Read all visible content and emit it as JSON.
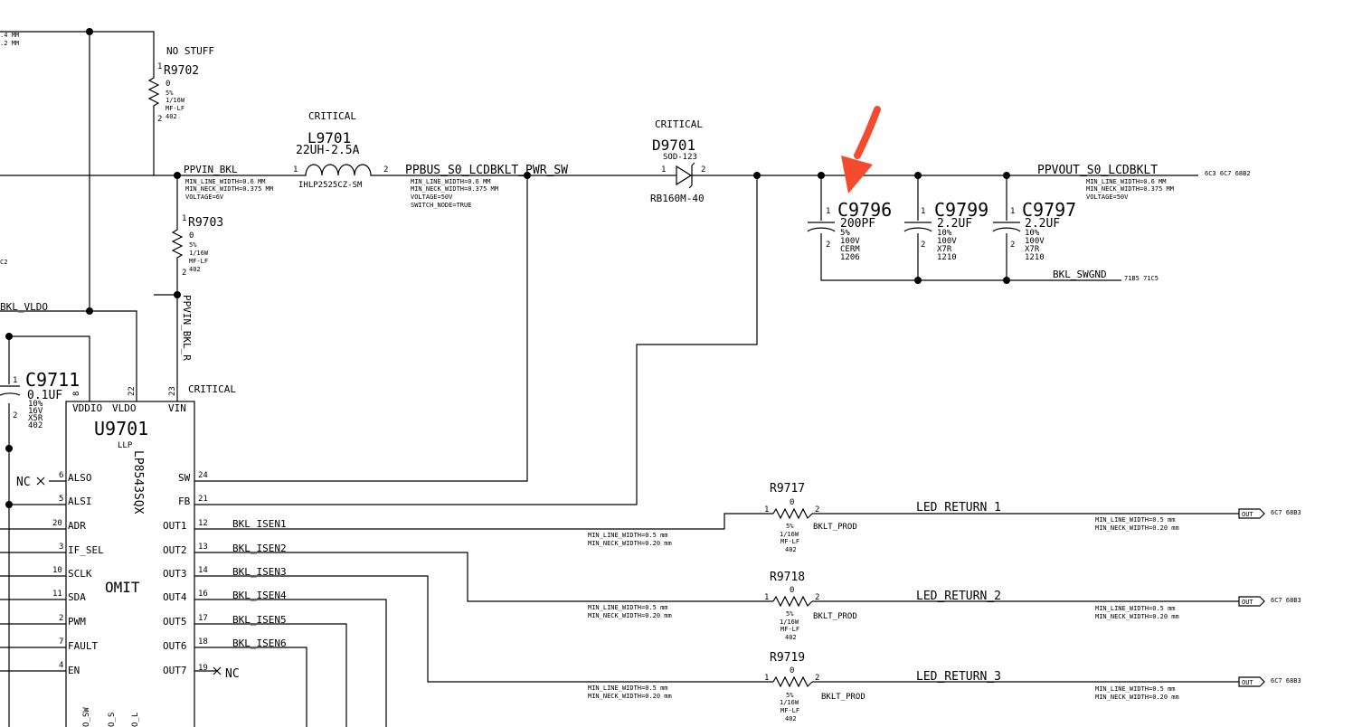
{
  "header": {
    "critical": "CRITICAL",
    "no_stuff": "NO STUFF"
  },
  "notes": {
    "tl1": ".4 MM",
    "tl2": ".2 MM",
    "left_c2": "C2",
    "ppbus_w1": "MIN_LINE_WIDTH=0.6 MM",
    "ppbus_w2": "MIN_NECK_WIDTH=0.375 MM",
    "ppbus_v": "VOLTAGE=50V",
    "ppbus_sw": "SWITCH_NODE=TRUE",
    "ppvin_w1": "MIN_LINE_WIDTH=0.6 MM",
    "ppvin_w2": "MIN_NECK_WIDTH=0.375 MM",
    "ppvin_v": "VOLTAGE=6V",
    "ppvout_w1": "MIN_LINE_WIDTH=0.6 MM",
    "ppvout_w2": "MIN_NECK_WIDTH=0.375 MM",
    "ppvout_v": "VOLTAGE=50V",
    "line_w": "MIN_LINE_WIDTH=0.5 mm",
    "neck_w": "MIN_NECK_WIDTH=0.20 mm"
  },
  "nets": {
    "ppvin_bkl": "PPVIN_BKL",
    "ppvin_bkl_r": "PPVIN_BKL_R",
    "ppbus": "PPBUS_S0_LCDBKLT_PWR_SW",
    "ppvout": "PPVOUT_S0_LCDBKLT",
    "ppvout_ref": "6C3 6C7 68B2",
    "bkl_vldo": "BKL_VLDO",
    "bkl_swgnd": "BKL_SWGND",
    "bkl_swgnd_ref": "71B5 71C5",
    "isen1": "BKL_ISEN1",
    "isen2": "BKL_ISEN2",
    "isen3": "BKL_ISEN3",
    "isen4": "BKL_ISEN4",
    "isen5": "BKL_ISEN5",
    "isen6": "BKL_ISEN6",
    "led1": "LED_RETURN_1",
    "led2": "LED_RETURN_2",
    "led3": "LED_RETURN_3",
    "led_ref": "6C7 68B3",
    "out_tag": "OUT",
    "nc": "NC",
    "bklt_prod": "BKLT_PROD"
  },
  "components": {
    "r9702": {
      "ref": "R9702",
      "p1": "1",
      "p2": "2",
      "v": "0",
      "tol": "5%",
      "pwr": "1/16W",
      "type": "MF-LF",
      "pkg": "402"
    },
    "r9703": {
      "ref": "R9703",
      "p1": "1",
      "p2": "2",
      "v": "0",
      "tol": "5%",
      "pwr": "1/16W",
      "type": "MF-LF",
      "pkg": "402"
    },
    "l9701": {
      "ref": "L9701",
      "v": "22UH-2.5A",
      "pkg": "IHLP2525CZ-SM",
      "p1": "1",
      "p2": "2"
    },
    "d9701": {
      "ref": "D9701",
      "pkg": "SOD-123",
      "part": "RB160M-40",
      "p1": "1",
      "p2": "2"
    },
    "c9796": {
      "ref": "C9796",
      "v": "200PF",
      "tol": "5%",
      "volt": "100V",
      "diel": "CERM",
      "pkg": "1206",
      "p1": "1",
      "p2": "2"
    },
    "c9799": {
      "ref": "C9799",
      "v": "2.2UF",
      "tol": "10%",
      "volt": "100V",
      "diel": "X7R",
      "pkg": "1210",
      "p1": "1",
      "p2": "2"
    },
    "c9797": {
      "ref": "C9797",
      "v": "2.2UF",
      "tol": "10%",
      "volt": "100V",
      "diel": "X7R",
      "pkg": "1210",
      "p1": "1",
      "p2": "2"
    },
    "c9711": {
      "ref": "C9711",
      "v": "0.1UF",
      "tol": "10%",
      "volt": "16V",
      "diel": "X5R",
      "pkg": "402",
      "p1": "1",
      "p2": "2"
    },
    "r9717": {
      "ref": "R9717",
      "v": "0",
      "tol": "5%",
      "pwr": "1/16W",
      "type": "MF-LF",
      "pkg": "402",
      "p1": "1",
      "p2": "2"
    },
    "r9718": {
      "ref": "R9718",
      "v": "0",
      "tol": "5%",
      "pwr": "1/16W",
      "type": "MF-LF",
      "pkg": "402",
      "p1": "1",
      "p2": "2"
    },
    "r9719": {
      "ref": "R9719",
      "v": "0",
      "tol": "5%",
      "pwr": "1/16W",
      "type": "MF-LF",
      "pkg": "402",
      "p1": "1",
      "p2": "2"
    }
  },
  "ic": {
    "ref": "U9701",
    "pkg": "LLP",
    "part": "LP8543SQX",
    "omit": "OMIT",
    "top": [
      {
        "name": "VDDIO",
        "num": "8"
      },
      {
        "name": "VLDO",
        "num": "22"
      },
      {
        "name": "VIN",
        "num": "23"
      }
    ],
    "left": [
      {
        "name": "ALSO",
        "num": "6"
      },
      {
        "name": "ALSI",
        "num": "5"
      },
      {
        "name": "ADR",
        "num": "20"
      },
      {
        "name": "IF_SEL",
        "num": "3"
      },
      {
        "name": "SCLK",
        "num": "10"
      },
      {
        "name": "SDA",
        "num": "11"
      },
      {
        "name": "PWM",
        "num": "2"
      },
      {
        "name": "FAULT",
        "num": "7"
      },
      {
        "name": "EN",
        "num": "4"
      }
    ],
    "right": [
      {
        "name": "SW",
        "num": "24"
      },
      {
        "name": "FB",
        "num": "21"
      },
      {
        "name": "OUT1",
        "num": "12"
      },
      {
        "name": "OUT2",
        "num": "13"
      },
      {
        "name": "OUT3",
        "num": "14"
      },
      {
        "name": "OUT4",
        "num": "16"
      },
      {
        "name": "OUT5",
        "num": "17"
      },
      {
        "name": "OUT6",
        "num": "18"
      },
      {
        "name": "OUT7",
        "num": "19"
      }
    ],
    "bottom": [
      "O_SW",
      "O_S",
      "O_L"
    ]
  },
  "annotation": {
    "arrow": "red-pointer-arrow",
    "color": "#f44a2e"
  }
}
